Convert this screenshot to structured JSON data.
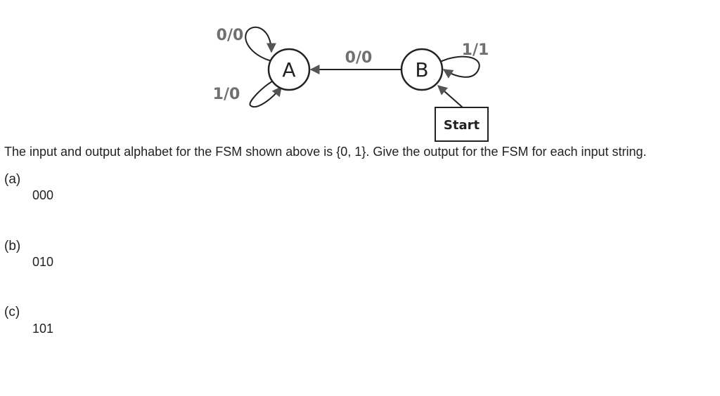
{
  "diagram": {
    "states": [
      {
        "id": "A",
        "label": "A"
      },
      {
        "id": "B",
        "label": "B"
      }
    ],
    "transitions": [
      {
        "from": "A",
        "to": "A",
        "label": "0/0"
      },
      {
        "from": "A",
        "to": "A",
        "label": "1/0"
      },
      {
        "from": "B",
        "to": "A",
        "label": "0/0"
      },
      {
        "from": "B",
        "to": "B",
        "label": "1/1"
      }
    ],
    "start": {
      "label": "Start",
      "target": "B"
    },
    "colors": {
      "edge_label": "#707070",
      "stroke": "#222222",
      "arrowhead": "#555555"
    }
  },
  "question": {
    "text": "The input and output alphabet for the FSM shown above is {0, 1}. Give the output for the FSM for each input string."
  },
  "parts": [
    {
      "label": "(a)",
      "input": "000"
    },
    {
      "label": "(b)",
      "input": "010"
    },
    {
      "label": "(c)",
      "input": "101"
    }
  ]
}
